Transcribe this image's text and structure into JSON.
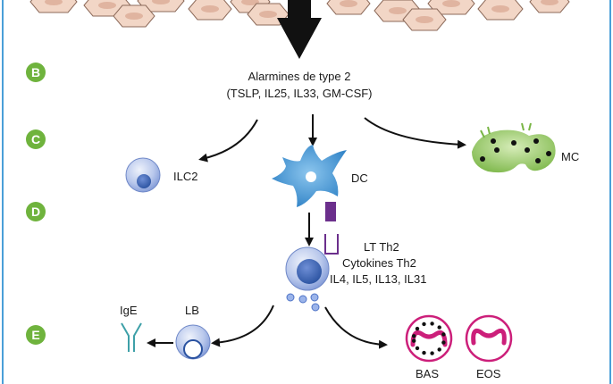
{
  "steps": {
    "b": "B",
    "c": "C",
    "d": "D",
    "e": "E"
  },
  "alarmins": {
    "line1": "Alarmines de type 2",
    "line2": "(TSLP, IL25, IL33, GM-CSF)"
  },
  "cells": {
    "ilc2": "ILC2",
    "dc": "DC",
    "mc": "MC",
    "lb": "LB",
    "ige": "IgE",
    "bas": "BAS",
    "eos": "EOS"
  },
  "th2": {
    "line1": "LT Th2",
    "line2": "Cytokines Th2",
    "line3": "IL4, IL5, IL13, IL31"
  },
  "colors": {
    "frame": "#4a9fd8",
    "badge": "#6fb33d",
    "epithelium": "#f2d6c6",
    "epithelium_nucleus": "#e0b4a0",
    "lymphocyte": "#8aa3dc",
    "lymphocyte_nucleus": "#2f5aa8",
    "dendritic": "#4a97d6",
    "mastocyte": "#8cc457",
    "granulocyte": "#cc1f7a",
    "receptor": "#6b2f8c",
    "ige": "#3ea0a8"
  }
}
